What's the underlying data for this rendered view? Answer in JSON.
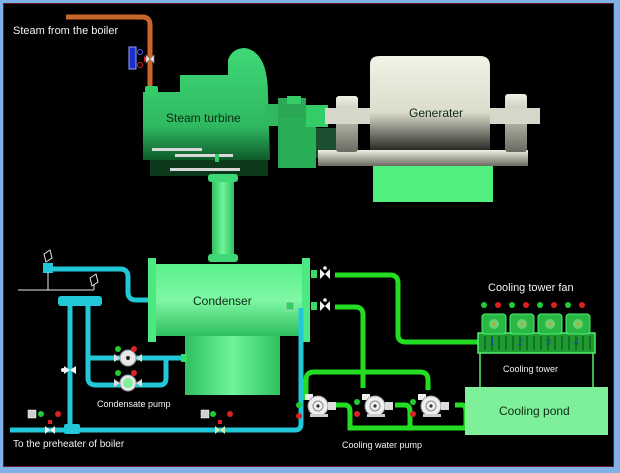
{
  "labels": {
    "steam_from_boiler": "Steam from the boiler",
    "steam_turbine": "Steam turbine",
    "generator": "Generater",
    "condenser": "Condenser",
    "condensate_pump": "Condensate pump",
    "to_preheater": "To the preheater of boiler",
    "cooling_water_pump": "Cooling water pump",
    "cooling_tower_fan": "Cooling tower fan",
    "cooling_tower": "Cooling tower",
    "cooling_pond": "Cooling pond"
  },
  "fans": [
    {
      "number": "1"
    },
    {
      "number": "2"
    },
    {
      "number": "3"
    },
    {
      "number": "4"
    }
  ],
  "colors": {
    "background": "#000000",
    "equipment_green": "#33cc66",
    "pipe_cooling_water": "#22dd22",
    "pipe_condensate": "#22c8d8",
    "pipe_steam": "#c8672a",
    "generator": "#e8e8d8",
    "pond": "#7ff09a",
    "status_on": "#22cc33",
    "status_off": "#dd2222"
  }
}
